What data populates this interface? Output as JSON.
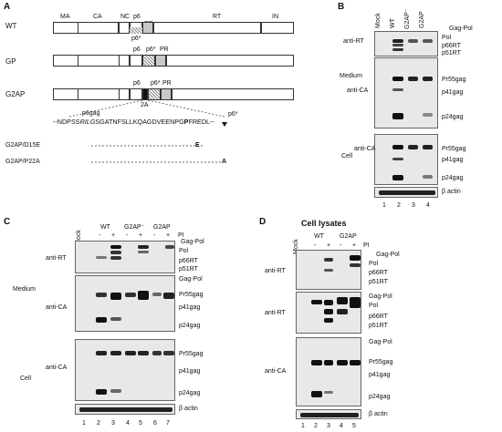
{
  "panels": {
    "A": {
      "letter": "A",
      "constructs": [
        {
          "name": "WT",
          "domains": [
            "MA",
            "CA",
            "NC",
            "p6",
            "PR",
            "RT",
            "IN"
          ],
          "under": "p6*"
        },
        {
          "name": "GP",
          "domains": [
            "p6",
            "p6*",
            "PR"
          ]
        },
        {
          "name": "G2AP",
          "domains": [
            "p6",
            "p6*",
            "PR"
          ],
          "under": "2A"
        }
      ],
      "seq_left_label": "p6gag",
      "seq_right_label": "p6*",
      "sequence": "--NDPSS",
      "sequence_italic": "RILG",
      "sequence_rest": "SGATNFSLLKQAGDVEENPG",
      "sequence_bold": "P",
      "sequence_end": "FREDL--",
      "mutants": [
        {
          "name": "G2AP/D15E",
          "mark": "E"
        },
        {
          "name": "G2AP/P22A",
          "mark": "A"
        }
      ]
    },
    "B": {
      "letter": "B",
      "lanes": [
        "Mock",
        "WT",
        "G2AP⁻",
        "G2AP"
      ],
      "lane_numbers": [
        "1",
        "2",
        "3",
        "4"
      ],
      "groups": [
        "Medium",
        "Cell"
      ],
      "antibodies": [
        "anti-RT",
        "anti-CA",
        "anti-CA"
      ],
      "bands_rt": [
        "Gag-Pol",
        "Pol",
        "p66RT",
        "p51RT"
      ],
      "bands_ca": [
        "Pr55gag",
        "p41gag",
        "p24gag"
      ],
      "beta": "β actin"
    },
    "C": {
      "letter": "C",
      "lanes": [
        "Mock",
        "WT",
        "G2AP⁻",
        "G2AP"
      ],
      "pi_signs": [
        "-",
        "+",
        "-",
        "+",
        "-",
        "+"
      ],
      "pi_label": "PI",
      "lane_numbers": [
        "1",
        "2",
        "3",
        "4",
        "5",
        "6",
        "7"
      ],
      "groups": [
        "Medium",
        "Cell"
      ],
      "antibodies": [
        "anti-RT",
        "anti-CA",
        "anti-CA"
      ],
      "bands_rt": [
        "Gag-Pol",
        "Pol",
        "p66RT",
        "p51RT"
      ],
      "bands_ca_medium": [
        "Gag-Pol",
        "Pr55gag",
        "p41gag",
        "p24gag"
      ],
      "bands_ca_cell": [
        "Pr55gag",
        "p41gag",
        "p24gag"
      ],
      "beta": "β actin"
    },
    "D": {
      "letter": "D",
      "title": "Cell lysates",
      "lanes": [
        "Mock",
        "WT",
        "G2AP"
      ],
      "pi_signs": [
        "-",
        "+",
        "-",
        "+"
      ],
      "pi_label": "PI",
      "lane_numbers": [
        "1",
        "2",
        "3",
        "4",
        "5"
      ],
      "antibodies": [
        "anti-RT",
        "anti-RT",
        "anti-CA"
      ],
      "bands_rt1": [
        "Gag-Pol",
        "Pol",
        "p66RT",
        "p51RT"
      ],
      "bands_rt2": [
        "Gag-Pol",
        "Pol",
        "p66RT",
        "p51RT"
      ],
      "bands_ca": [
        "Gag-Pol",
        "Pr55gag",
        "p41gag",
        "p24gag"
      ],
      "beta": "β actin"
    }
  }
}
